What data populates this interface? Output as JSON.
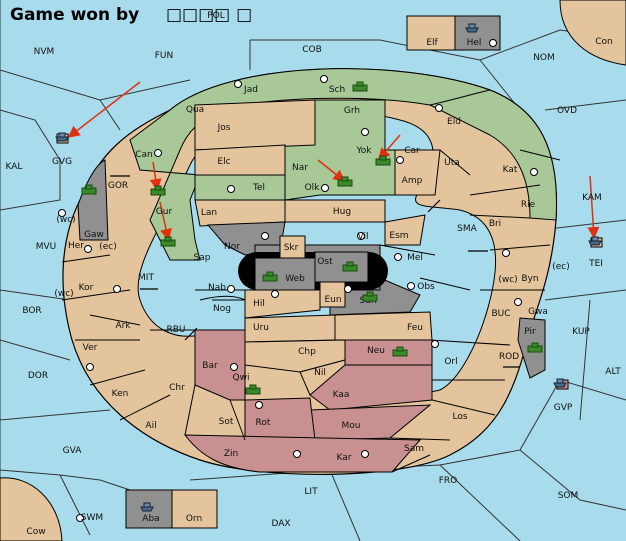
{
  "title": "Game won by",
  "title_winner": "□□□□ □",
  "colors": {
    "sea": "#a8dcec",
    "tan": "#e4c49c",
    "green": "#a8c898",
    "rose": "#c89090",
    "gray": "#909090",
    "border": "#000000",
    "arrow": "#e03010"
  },
  "sea_labels": [
    "POL",
    "COB",
    "NVM",
    "FUN",
    "Con",
    "NOM",
    "OVD",
    "KAL",
    "GVG",
    "GOR",
    "(wc)",
    "MVU",
    "(ec)",
    "MIT",
    "(wc)",
    "BOR",
    "RBU",
    "DOR",
    "SMA",
    "KAM",
    "TEI",
    "(wc)",
    "(ec)",
    "BUC",
    "KUP",
    "ROD",
    "ALT",
    "GVP",
    "GVA",
    "FRO",
    "LIT",
    "SOM",
    "SWM",
    "DAX",
    "Cow"
  ],
  "land_labels": [
    "Elf",
    "Hel",
    "Jad",
    "Sch",
    "Qua",
    "Jos",
    "Grh",
    "Eld",
    "Can",
    "Elc",
    "Yok",
    "Car",
    "Uta",
    "Nar",
    "Amp",
    "Kat",
    "Gaw",
    "Tel",
    "Olk",
    "Gur",
    "Lan",
    "Hug",
    "Rie",
    "Bri",
    "Esm",
    "Vil",
    "Nor",
    "Skr",
    "Ost",
    "Her",
    "Sap",
    "Web",
    "Mel",
    "Byn",
    "Kor",
    "Nab",
    "Eun",
    "Obs",
    "Gwa",
    "Hil",
    "Sun",
    "Nog",
    "Pir",
    "Ark",
    "Uru",
    "Feu",
    "Ver",
    "Neu",
    "Chp",
    "Orl",
    "Bar",
    "Qwi",
    "Nil",
    "Ken",
    "Chr",
    "Kaa",
    "Ail",
    "Los",
    "Rot",
    "Sot",
    "Mou",
    "Zin",
    "Kar",
    "Sam",
    "Aba",
    "Orn"
  ]
}
